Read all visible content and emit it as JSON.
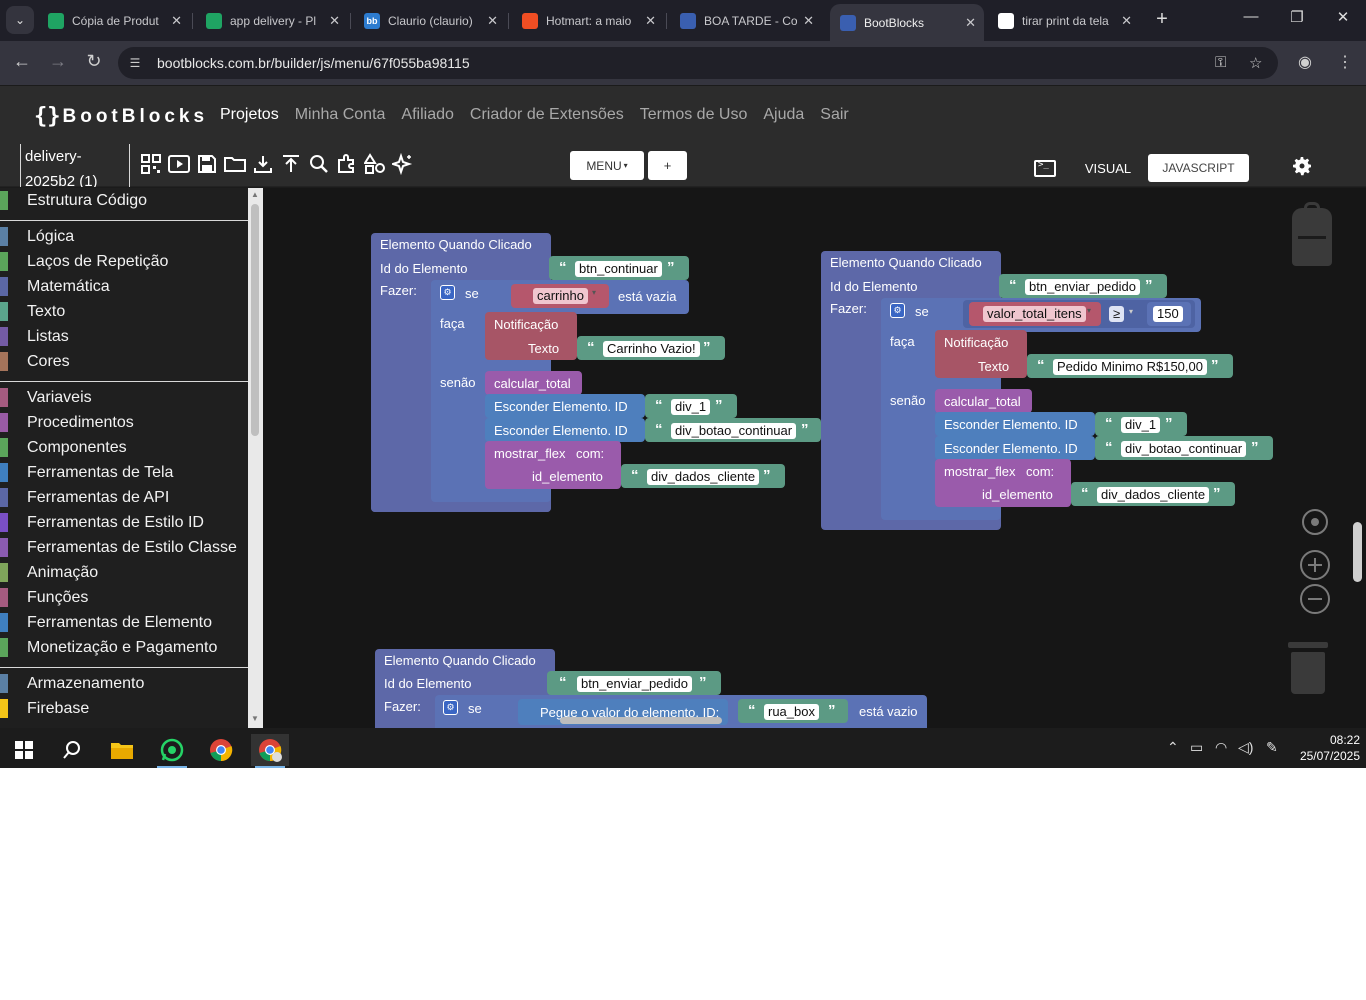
{
  "browser": {
    "tabs": [
      {
        "title": "Cópia de Produt",
        "favicon_color": "#1fa463"
      },
      {
        "title": "app delivery - Pl",
        "favicon_color": "#1fa463"
      },
      {
        "title": "Claurio (claurio)",
        "favicon_color": "#2d7cd0",
        "favicon_text": "bb"
      },
      {
        "title": "Hotmart: a maio",
        "favicon_color": "#f04e23"
      },
      {
        "title": "BOA TARDE - Co",
        "favicon_color": "#3a5fb0"
      },
      {
        "title": "BootBlocks",
        "favicon_color": "#3a5fb0"
      },
      {
        "title": "tirar print da tela",
        "favicon_color": "#ffffff"
      }
    ],
    "url": "bootblocks.com.br/builder/js/menu/67f055ba98115"
  },
  "app": {
    "logo_text": "BootBlocks",
    "nav": [
      "Projetos",
      "Minha Conta",
      "Afiliado",
      "Criador de Extensões",
      "Termos de Uso",
      "Ajuda",
      "Sair"
    ],
    "project_name_line1": "delivery-",
    "project_name_line2": "2025b2 (1)",
    "menu_label": "MENU",
    "plus_label": "+",
    "visual_label": "VISUAL",
    "js_label": "JAVASCRIPT"
  },
  "categories": [
    {
      "label": "Estrutura Código",
      "color": "#5ba55b"
    },
    {
      "label": "Lógica",
      "color": "#5b80a5"
    },
    {
      "label": "Laços de Repetição",
      "color": "#5ba55b"
    },
    {
      "label": "Matemática",
      "color": "#5b67a5"
    },
    {
      "label": "Texto",
      "color": "#5ba58c"
    },
    {
      "label": "Listas",
      "color": "#745ba5"
    },
    {
      "label": "Cores",
      "color": "#a5745b"
    },
    {
      "label": "Variaveis",
      "color": "#a55b80"
    },
    {
      "label": "Procedimentos",
      "color": "#995ba5"
    },
    {
      "label": "Componentes",
      "color": "#5ba55b"
    },
    {
      "label": "Ferramentas de Tela",
      "color": "#3f7fbf"
    },
    {
      "label": "Ferramentas de API",
      "color": "#5b67a5"
    },
    {
      "label": "Ferramentas de Estilo ID",
      "color": "#7a4fc5"
    },
    {
      "label": "Ferramentas de Estilo Classe",
      "color": "#8a5bb0"
    },
    {
      "label": "Animação",
      "color": "#7fa55b"
    },
    {
      "label": "Funções",
      "color": "#a55b80"
    },
    {
      "label": "Ferramentas de Elemento",
      "color": "#3f7fbf"
    },
    {
      "label": "Monetização e Pagamento",
      "color": "#5ba55b"
    },
    {
      "label": "Armazenamento",
      "color": "#5b80a5"
    },
    {
      "label": "Firebase",
      "color": "#f5c518"
    }
  ],
  "blocks": {
    "b1": {
      "event": "Elemento Quando Clicado",
      "id_label": "Id do Elemento",
      "id_value": "btn_continuar",
      "do_label": "Fazer:",
      "if_label": "se",
      "var": "carrinho",
      "cond": "está vazia",
      "then_label": "faça",
      "notif": "Notificação",
      "text_label": "Texto",
      "notif_text": "Carrinho Vazio!",
      "else_label": "senão",
      "proc": "calcular_total",
      "hide1_label": "Esconder Elemento. ID",
      "hide1_value": "div_1",
      "hide2_label": "Esconder Elemento. ID",
      "hide2_value": "div_botao_continuar",
      "show_label": "mostrar_flex",
      "show_with": "com:",
      "show_param": "id_elemento",
      "show_value": "div_dados_cliente"
    },
    "b2": {
      "event": "Elemento Quando Clicado",
      "id_label": "Id do Elemento",
      "id_value": "btn_enviar_pedido",
      "do_label": "Fazer:",
      "if_label": "se",
      "var": "valor_total_itens",
      "op": "≥",
      "num": "150",
      "then_label": "faça",
      "notif": "Notificação",
      "text_label": "Texto",
      "notif_text": "Pedido Minimo R$150,00",
      "else_label": "senão",
      "proc": "calcular_total",
      "hide1_label": "Esconder Elemento. ID",
      "hide1_value": "div_1",
      "hide2_label": "Esconder Elemento. ID",
      "hide2_value": "div_botao_continuar",
      "show_label": "mostrar_flex",
      "show_with": "com:",
      "show_param": "id_elemento",
      "show_value": "div_dados_cliente"
    },
    "b3": {
      "event": "Elemento Quando Clicado",
      "id_label": "Id do Elemento",
      "id_value": "btn_enviar_pedido",
      "do_label": "Fazer:",
      "if_label": "se",
      "get_label": "Pegue o valor do elemento. ID:",
      "get_value": "rua_box",
      "cond": "está vazio"
    }
  },
  "taskbar": {
    "time": "08:22",
    "date": "25/07/2025"
  }
}
